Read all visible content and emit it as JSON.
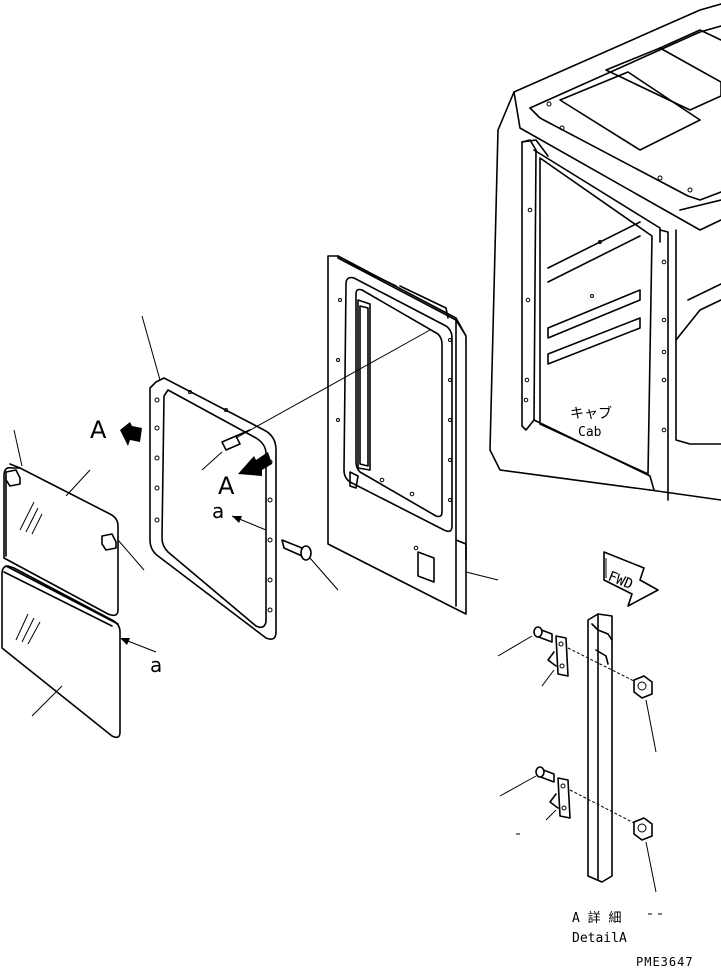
{
  "labels": {
    "view_a_top": "A",
    "view_a_mid": "A",
    "arrow_a_1": "a",
    "arrow_a_2": "a",
    "cab_jp": "キャブ",
    "cab_en": "Cab",
    "fwd": "FWD",
    "detail_jp": "A 詳 細",
    "detail_en": "DetailA",
    "drawing_code": "PME3647"
  }
}
